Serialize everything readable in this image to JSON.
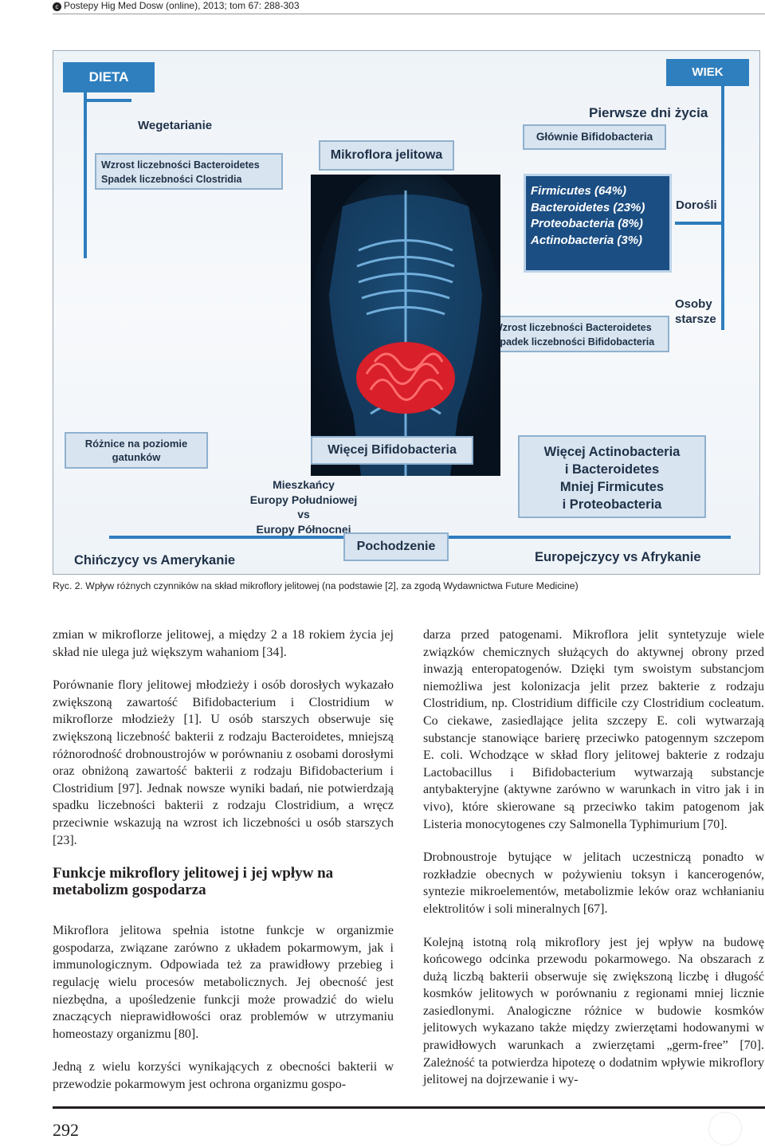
{
  "header": {
    "text": "Postepy Hig Med Dosw (online), 2013; tom 67: 288-303",
    "icon": "copyright-icon"
  },
  "figure": {
    "dieta": "DIETA",
    "wiek": "WIEK",
    "wegetarianie": "Wegetarianie",
    "veg_box": [
      "Wzrost liczebności Bacteroidetes",
      "Spadek liczebności Clostridia"
    ],
    "mikroflora": "Mikroflora jelitowa",
    "pierwsze": "Pierwsze dni życia",
    "glownie": "Głównie Bifidobacteria",
    "composition": [
      "Firmicutes  (64%)",
      "Bacteroidetes (23%)",
      "Proteobacteria (8%)",
      "Actinobacteria (3%)"
    ],
    "dorosli": "Dorośli",
    "osoby": [
      "Osoby",
      "starsze"
    ],
    "elderly_box": [
      "Wzrost liczebności Bacteroidetes",
      "Spadek liczebności Bifidobacteria"
    ],
    "roznice": [
      "Różnice na poziomie",
      "gatunków"
    ],
    "wiecej_bif": "Więcej Bifidobacteria",
    "mieszkancy": [
      "Mieszkańcy",
      "Europy Południowej",
      "vs",
      "Europy Północnej"
    ],
    "wiecej_act": [
      "Więcej Actinobacteria",
      "i Bacteroidetes",
      "Mniej Firmicutes",
      "i Proteobacteria"
    ],
    "chinczycy": "Chińczycy vs Amerykanie",
    "pochodzenie": "Pochodzenie",
    "europejczycy": "Europejczycy vs Afrykanie"
  },
  "caption": "Ryc. 2. Wpływ różnych czynników na skład mikroflory jelitowej (na podstawie [2], za zgodą Wydawnictwa Future Medicine)",
  "left": {
    "p1": "zmian w mikroflorze jelitowej, a między 2 a 18 rokiem życia jej skład nie ulega już większym wahaniom [34].",
    "p2": "Porównanie flory jelitowej młodzieży i osób dorosłych wykazało zwiększoną zawartość Bifidobacterium i Clostridium w mikroflorze młodzieży [1]. U osób starszych obserwuje się zwiększoną liczebność bakterii z rodzaju Bacteroidetes, mniejszą różnorodność drobnoustrojów w porównaniu z osobami dorosłymi oraz obniżoną zawartość bakterii z rodzaju Bifidobacterium i Clostridium [97]. Jednak nowsze wyniki badań, nie potwierdzają spadku liczebności bakterii z rodzaju Clostridium, a wręcz przeciwnie wskazują na wzrost ich liczebności u osób starszych [23].",
    "heading": "Funkcje mikroflory jelitowej i jej wpływ na metabolizm gospodarza",
    "p3": "Mikroflora jelitowa spełnia istotne funkcje w organizmie gospodarza, związane zarówno z układem pokarmowym, jak i immunologicznym. Odpowiada też za prawidłowy przebieg i regulację wielu procesów metabolicznych. Jej obecność jest niezbędna, a upośledzenie funkcji może prowadzić do wielu znaczących nieprawidłowości oraz problemów w utrzymaniu homeostazy organizmu [80].",
    "p4": "Jedną z wielu korzyści wynikających z obecności bakterii w przewodzie pokarmowym jest ochrona organizmu gospo-"
  },
  "right": {
    "p1": "darza przed patogenami. Mikroflora jelit syntetyzuje wiele związków chemicznych służących do aktywnej obrony przed inwazją enteropatogenów. Dzięki tym swoistym substancjom niemożliwa jest kolonizacja jelit przez bakterie z rodzaju Clostridium, np. Clostridium difficile czy Clostridium cocleatum. Co ciekawe, zasiedlające jelita szczepy E. coli wytwarzają substancje stanowiące barierę przeciwko patogennym szczepom E. coli. Wchodzące w skład flory jelitowej bakterie z rodzaju Lactobacillus i Bifidobacterium wytwarzają substancje antybakteryjne (aktywne zarówno w warunkach in vitro jak i in vivo), które skierowane są przeciwko takim patogenom jak Listeria monocytogenes czy Salmonella Typhimurium [70].",
    "p2": "Drobnoustroje bytujące w jelitach uczestniczą ponadto w rozkładzie obecnych w pożywieniu toksyn i kancerogenów, syntezie mikroelementów, metabolizmie leków oraz wchłanianiu elektrolitów i soli mineralnych [67].",
    "p3": "Kolejną istotną rolą mikroflory jest jej wpływ na budowę końcowego odcinka przewodu pokarmowego. Na obszarach z dużą liczbą bakterii obserwuje się zwiększoną liczbę i długość kosmków jelitowych w porównaniu z regionami mniej licznie zasiedlonymi. Analogiczne różnice w budowie kosmków jelitowych wykazano także między zwierzętami hodowanymi w prawidłowych warunkach a zwierzętami „germ-free” [70]. Zależność ta potwierdza hipotezę o dodatnim wpływie mikroflory jelitowej na dojrzewanie i wy-"
  },
  "page_number": "292"
}
